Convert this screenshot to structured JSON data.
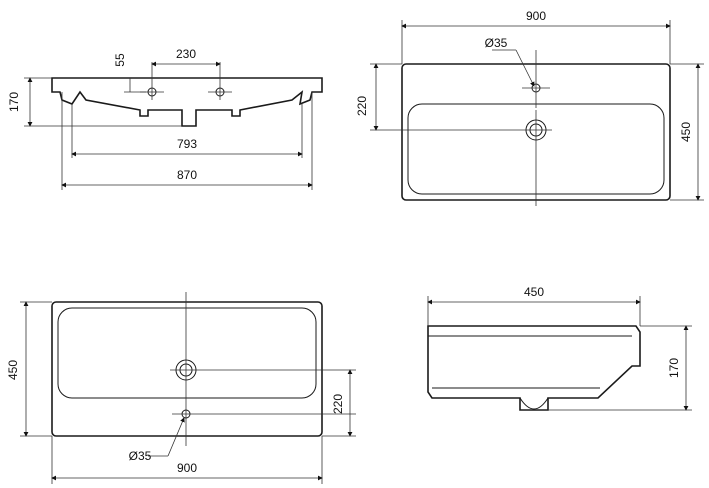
{
  "views": {
    "front": {
      "dims": {
        "tap_offset": "55",
        "tap_spacing": "230",
        "height": "170",
        "inner_width": "793",
        "width": "870"
      }
    },
    "top": {
      "dims": {
        "width": "900",
        "hole": "Ø35",
        "hole_offset": "220",
        "depth": "450"
      }
    },
    "bottom": {
      "dims": {
        "depth": "450",
        "hole_offset": "220",
        "hole": "Ø35",
        "width": "900"
      }
    },
    "side": {
      "dims": {
        "depth": "450",
        "height": "170"
      }
    }
  }
}
